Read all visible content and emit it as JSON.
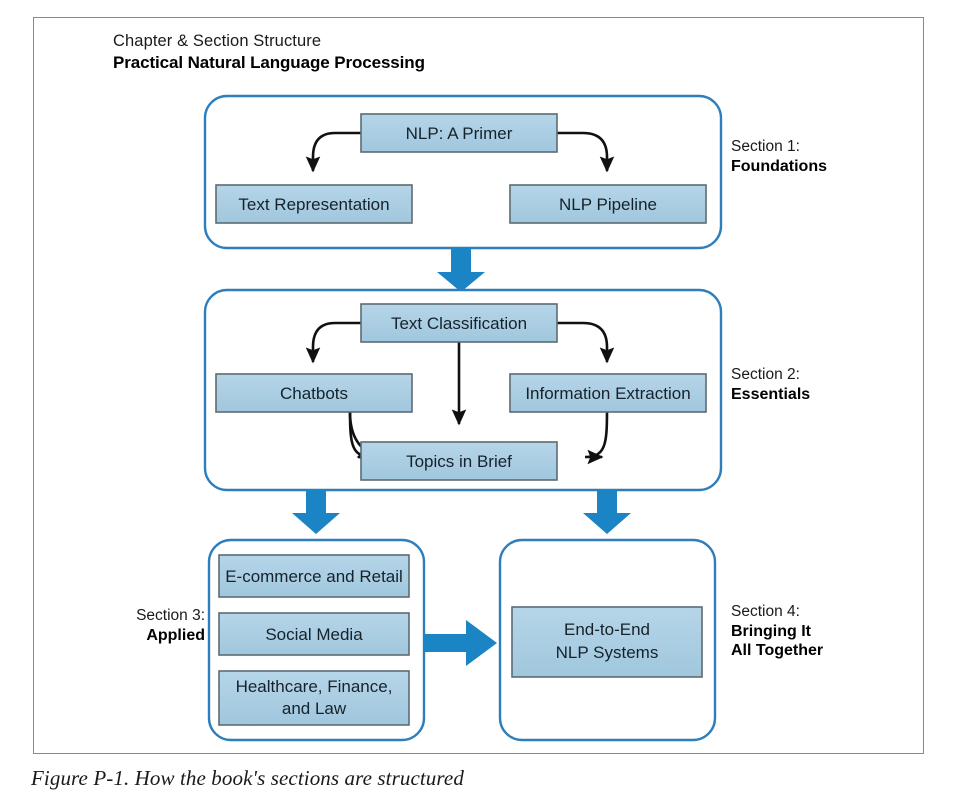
{
  "figure": {
    "title_small": "Chapter & Section Structure",
    "title_bold": "Practical Natural Language Processing",
    "caption": "Figure P-1. How the book's sections are structured"
  },
  "colors": {
    "node_fill": "#a9cde3",
    "node_stroke": "#5d6b73",
    "container_stroke": "#2e7ebb",
    "thick_arrow": "#1b84c4",
    "thin_arrow": "#111111",
    "frame_stroke": "#8a8a8a",
    "text": "#16222b"
  },
  "sections": [
    {
      "id": "section-1",
      "number_label": "Section 1:",
      "name_label": "Foundations",
      "nodes": [
        {
          "id": "nlp-a-primer",
          "label": "NLP: A Primer"
        },
        {
          "id": "text-representation",
          "label": "Text Representation"
        },
        {
          "id": "nlp-pipeline",
          "label": "NLP Pipeline"
        }
      ],
      "edges": [
        {
          "from": "nlp-a-primer",
          "to": "text-representation"
        },
        {
          "from": "nlp-a-primer",
          "to": "nlp-pipeline"
        }
      ]
    },
    {
      "id": "section-2",
      "number_label": "Section 2:",
      "name_label": "Essentials",
      "nodes": [
        {
          "id": "text-classification",
          "label": "Text Classification"
        },
        {
          "id": "chatbots",
          "label": "Chatbots"
        },
        {
          "id": "information-extraction",
          "label": "Information Extraction"
        },
        {
          "id": "topics-in-brief",
          "label": "Topics in Brief"
        }
      ],
      "edges": [
        {
          "from": "text-classification",
          "to": "chatbots"
        },
        {
          "from": "text-classification",
          "to": "information-extraction"
        },
        {
          "from": "text-classification",
          "to": "topics-in-brief"
        },
        {
          "from": "chatbots",
          "to": "topics-in-brief"
        },
        {
          "from": "information-extraction",
          "to": "topics-in-brief"
        }
      ]
    },
    {
      "id": "section-3",
      "number_label": "Section 3:",
      "name_label": "Applied",
      "nodes": [
        {
          "id": "e-commerce-and-retail",
          "label": "E-commerce and Retail"
        },
        {
          "id": "social-media",
          "label": "Social Media"
        },
        {
          "id": "healthcare-finance-and-law",
          "label": "Healthcare, Finance,",
          "label2": "and Law"
        }
      ],
      "edges": []
    },
    {
      "id": "section-4",
      "number_label": "Section 4:",
      "name_label": "Bringing It",
      "name_label2": "All Together",
      "nodes": [
        {
          "id": "end-to-end-nlp-systems",
          "label": "End-to-End",
          "label2": "NLP Systems"
        }
      ],
      "edges": []
    }
  ],
  "flow_arrows": [
    {
      "id": "s1-to-s2",
      "from": "section-1",
      "to": "section-2",
      "direction": "down"
    },
    {
      "id": "s2-to-s3",
      "from": "section-2",
      "to": "section-3",
      "direction": "down"
    },
    {
      "id": "s2-to-s4",
      "from": "section-2",
      "to": "section-4",
      "direction": "down"
    },
    {
      "id": "s3-to-s4",
      "from": "section-3",
      "to": "section-4",
      "direction": "right"
    }
  ]
}
